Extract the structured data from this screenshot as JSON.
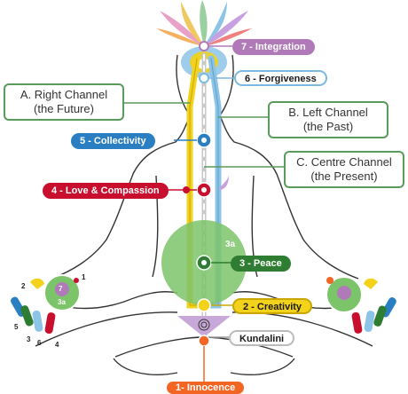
{
  "callouts": {
    "right_channel": [
      "A. Right Channel",
      "(the Future)"
    ],
    "left_channel": [
      "B. Left Channel",
      "(the  Past)"
    ],
    "centre_channel": [
      "C. Centre Channel",
      "(the  Present)"
    ]
  },
  "chakras": {
    "integration": "7 - Integration",
    "forgiveness": "6 - Forgiveness",
    "collectivity": "5 - Collectivity",
    "love": "4 - Love & Compassion",
    "peace": "3 - Peace",
    "void": "3a",
    "creativity": "2 - Creativity",
    "kundalini": "Kundalini",
    "innocence": "1- Innocence"
  },
  "hand_numbers": {
    "left_hand": [
      "7",
      "3a",
      "1",
      "2",
      "5",
      "3",
      "6",
      "4"
    ]
  },
  "colors": {
    "right_channel": "#f2d21a",
    "left_channel": "#8cc4e8",
    "centre_channel": "#c8c8c8",
    "callout_border": "#5a9a5a",
    "integration": "#b07ab8",
    "forgiveness": "#7cb8e0",
    "collectivity": "#2a7fc2",
    "love": "#c8102e",
    "peace": "#2e7d32",
    "void_fill": "#7cc46a",
    "creativity": "#f2d21a",
    "kundalini_triangle": "#c8a8d8",
    "innocence": "#f26522"
  }
}
